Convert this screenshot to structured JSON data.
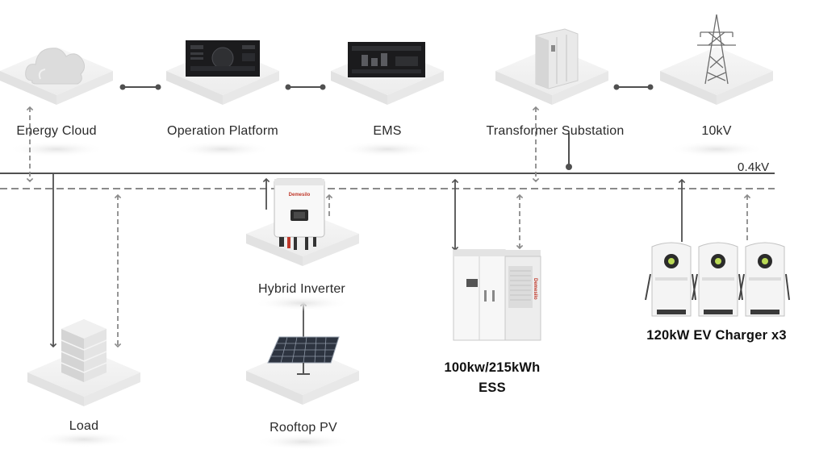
{
  "nodes": {
    "energy_cloud": "Energy Cloud",
    "operation_platform": "Operation Platform",
    "ems": "EMS",
    "transformer": "Transformer Substation",
    "grid_10kv": "10kV",
    "hybrid_inverter": "Hybrid Inverter",
    "load": "Load",
    "rooftop_pv": "Rooftop PV",
    "ess_line1": "100kw/215kWh",
    "ess_line2": "ESS",
    "ev_charger": "120kW EV Charger x3"
  },
  "bus": {
    "voltage_label": "0.4kV"
  },
  "brand": {
    "logo_text": "Demesilo"
  },
  "colors": {
    "power_line": "#505050",
    "comm_line": "#8a8a8a",
    "platform": "#f1f1f1",
    "text": "#2a2a2a"
  }
}
